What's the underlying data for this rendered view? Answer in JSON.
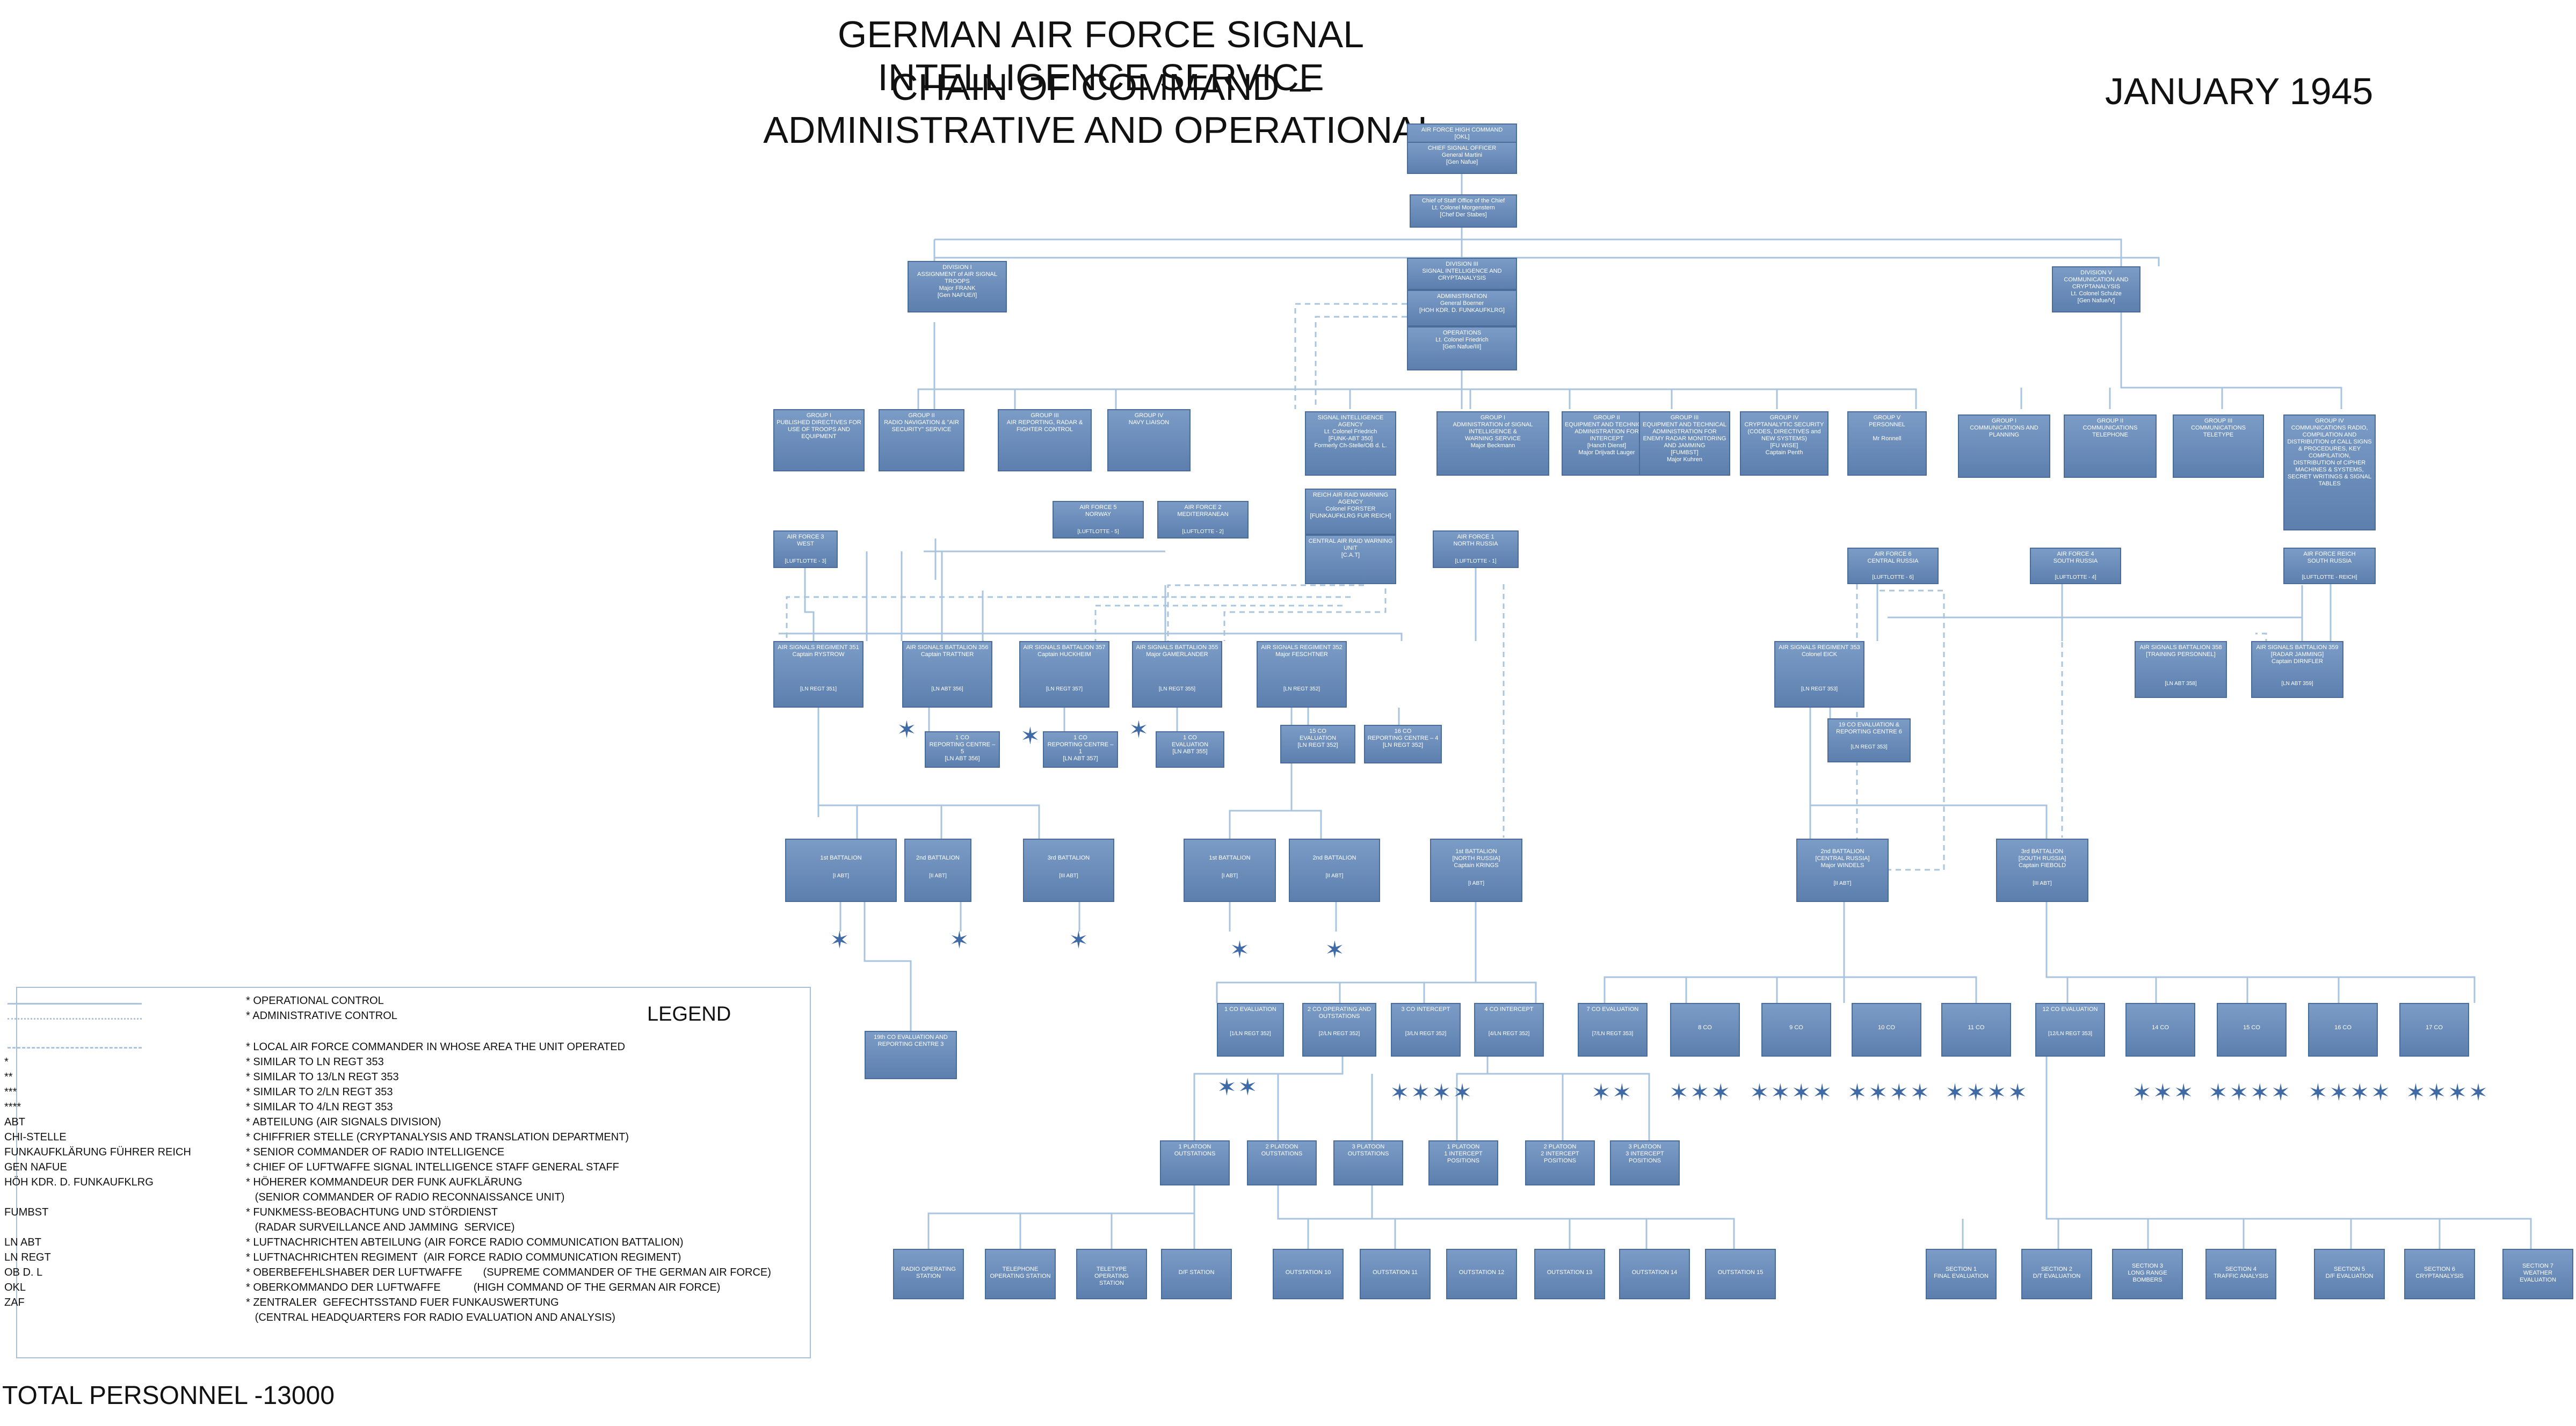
{
  "title_line1": "GERMAN AIR FORCE SIGNAL INTELLIGENCE SERVICE",
  "title_line2": "CHAIN OF COMMAND – ADMINISTRATIVE AND OPERATIONAL",
  "date": "JANUARY 1945",
  "total_personnel": "TOTAL PERSONNEL -13000",
  "colors": {
    "box": "#6b8dbb",
    "box_border": "#4a6c99",
    "line": "#a9c4de",
    "star": "#3f6aa6"
  },
  "boxes": {
    "b1": "AIR FORCE HIGH COMMAND\n[OKL]",
    "b2": "CHIEF SIGNAL OFFICER\nGeneral Martini\n[Gen Nafue]",
    "b3": "Chief of Staff Office of the Chief\nLt. Colonel Morgenstern\n[Chef Der Stabes]",
    "b4": "DIVISION I\nASSIGNMENT of AIR SIGNAL\nTROOPS\nMajor FRANK\n[Gen NAFUE/I]",
    "b5": "DIVISION III\nSIGNAL INTELLIGENCE AND\nCRYPTANALYSIS",
    "b6": "ADMINISTRATION\nGeneral Boerner\n[HOH KDR. D. FUNKAUFKLRG]",
    "b7": "OPERATIONS\nLt. Colonel Friedrich\n[Gen Nafue/III]",
    "b8": "DIVISION V\nCOMMUNICATION AND\nCRYPTANALYSIS\nLt. Colonel Schulze\n[Gen Nafue/V]",
    "b9": "GROUP I\nPUBLISHED DIRECTIVES FOR\nUSE OF TROOPS AND\nEQUIPMENT",
    "b10": "GROUP II\nRADIO NAVIGATION & \"AIR\nSECURITY\" SERVICE",
    "b11": "GROUP III\nAIR REPORTING, RADAR &\nFIGHTER CONTROL",
    "b12": "GROUP IV\nNAVY LIAISON",
    "b13": "SIGNAL INTELLIGENCE\nAGENCY\nLt. Colonel Friedrich\n[FUNK-ABT 350]\nFormerly Ch-Stelle/OB d. L.",
    "b14": "GROUP I\nADMINISTRATION of SIGNAL\nINTELLIGENCE &\nWARNING SERVICE\nMajor Beckmann",
    "b15": "GROUP II\nEQUIPMENT AND TECHNICAL\nADMINISTRATION FOR\nINTERCEPT\n[Hanch Dienst]\nMajor Drijvadt Lauger",
    "b16": "GROUP III\nEQUIPMENT AND TECHNICAL\nADMINISTRATION FOR\nENEMY RADAR MONITORING\nAND JAMMING\n[FUMBST]\nMajor Kuhren",
    "b17": "GROUP IV\nCRYPTANALYTIC SECURITY\n(CODES, DIRECTIVES and\nNEW SYSTEMS)\n[FU WISE]\nCaptain Penth",
    "b18": "GROUP V\nPERSONNEL\n\nMr Ronnell",
    "b19": "GROUP I\nCOMMUNICATIONS AND\nPLANNING",
    "b20": "GROUP II\nCOMMUNICATIONS\nTELEPHONE",
    "b21": "GROUP III\nCOMMUNICATIONS\nTELETYPE",
    "b22": "GROUP IV\nCOMMUNICATIONS RADIO,\nCOMPILATION AND\nDISTRIBUTION of CALL SIGNS\n& PROCEDURES, KEY\nCOMPILATION,\nDISTRIBUTION of CIPHER\nMACHINES & SYSTEMS,\nSECRET WRITINGS & SIGNAL\nTABLES",
    "b23": "REICH AIR RAID WARNING\nAGENCY\nColonel FORSTER\n[FUNKAUFKLRG FUR REICH]",
    "b24": "CENTRAL AIR RAID WARNING\nUNIT\n[C.A.T]",
    "b25": "AIR FORCE 5\nNORWAY",
    "b25s": "[LUFTLOTTE - 5]",
    "b26": "AIR FORCE 2\nMEDITERRANEAN",
    "b26s": "[LUFTLOTTE - 2]",
    "b27": "AIR FORCE 3\nWEST",
    "b27s": "[LUFTLOTTE - 3]",
    "b28": "AIR FORCE 1\nNORTH RUSSIA",
    "b28s": "[LUFTLOTTE - 1]",
    "b29": "AIR FORCE 6\nCENTRAL RUSSIA",
    "b29s": "[LUFTLOTTE - 6]",
    "b30": "AIR FORCE 4\nSOUTH RUSSIA",
    "b30s": "[LUFTLOTTE - 4]",
    "b31": "AIR FORCE REICH\nSOUTH RUSSIA",
    "b31s": "[LUFTLOTTE - REICH]",
    "b32": "AIR SIGNALS REGIMENT 351\nCaptain RYSTROW",
    "b32s": "[LN REGT 351]",
    "b33": "AIR SIGNALS BATTALION 356\nCaptain TRATTNER",
    "b33s": "[LN ABT 356]",
    "b34": "AIR SIGNALS BATTALION 357\nCaptain HUCKHEIM",
    "b34s": "[LN REGT 357]",
    "b35": "AIR SIGNALS BATTALION 355\nMajor GAMERLANDER",
    "b35s": "[LN REGT 355]",
    "b36": "AIR SIGNALS REGIMENT 352\nMajor FESCHTNER",
    "b36s": "[LN REGT 352]",
    "b37": "AIR SIGNALS REGIMENT 353\nColonel EICK",
    "b37s": "[LN REGT 353]",
    "b38": "AIR SIGNALS BATTALION 358\n[TRAINING PERSONNEL]",
    "b38s": "[LN ABT 358]",
    "b39": "AIR SIGNALS BATTALION 359\n[RADAR JAMMING]\nCaptain DIRNFLER",
    "b39s": "[LN ABT 359]",
    "b40": "1 CO\nREPORTING CENTRE – 5\n[LN ABT 356]",
    "b41": "1 CO\nREPORTING CENTRE – 1\n[LN ABT 357]",
    "b42": "1 CO\nEVALUATION\n[LN ABT 355]",
    "b43": "15 CO\nEVALUATION\n[LN REGT 352]",
    "b44": "16 CO\nREPORTING CENTRE – 4\n[LN REGT 352]",
    "b45": "19 CO EVALUATION &\nREPORTING CENTRE 6",
    "b45s": "[LN REGT 353]",
    "b46": "1st BATTALION",
    "b46s": "[I ABT]",
    "b47": "2nd BATTALION",
    "b47s": "[II ABT]",
    "b48": "3rd BATTALION",
    "b48s": "[III ABT]",
    "b49": "1st BATTALION",
    "b49s": "[I ABT]",
    "b50": "2nd BATTALION",
    "b50s": "[II ABT]",
    "b51": "1st BATTALION\n[NORTH RUSSIA]\nCaptain KRINGS",
    "b51s": "[I ABT]",
    "b52": "2nd BATTALION\n[CENTRAL RUSSIA]\nMajor WINDELS",
    "b52s": "[II ABT]",
    "b53": "3rd BATTALION\n[SOUTH RUSSIA]\nCaptain FIEBOLD",
    "b53s": "[III ABT]",
    "b54": "19th CO EVALUATION AND\nREPORTING CENTRE 3",
    "b55": "1 CO EVALUATION",
    "b55s": "[1/LN REGT 352]",
    "b56": "2 CO OPERATING AND\nOUTSTATIONS",
    "b56s": "[2/LN REGT 352]",
    "b57": "3 CO INTERCEPT",
    "b57s": "[3/LN REGT 352]",
    "b58": "4 CO INTERCEPT",
    "b58s": "[4/LN REGT 352]",
    "b59": "7 CO EVALUATION",
    "b59s": "[7/LN REGT 353]",
    "b60": "8 CO",
    "b61": "9 CO",
    "b62": "10 CO",
    "b63": "11 CO",
    "b64": "12 CO EVALUATION",
    "b64s": "[12/LN REGT 353]",
    "b65": "14 CO",
    "b66": "15 CO",
    "b67": "16 CO",
    "b68": "17 CO",
    "b69": "1 PLATOON\nOUTSTATIONS",
    "b70": "2 PLATOON\nOUTSTATIONS",
    "b71": "3 PLATOON\nOUTSTATIONS",
    "b72": "1 PLATOON\n1 INTERCEPT\nPOSITIONS",
    "b73": "2 PLATOON\n2 INTERCEPT\nPOSITIONS",
    "b74": "3 PLATOON\n3 INTERCEPT\nPOSITIONS",
    "b75": "RADIO OPERATING\nSTATION",
    "b76": "TELEPHONE\nOPERATING STATION",
    "b77": "TELETYPE OPERATING\nSTATION",
    "b78": "D/F STATION",
    "b79": "OUTSTATION 10",
    "b80": "OUTSTATION 11",
    "b81": "OUTSTATION 12",
    "b82": "OUTSTATION 13",
    "b83": "OUTSTATION 14",
    "b84": "OUTSTATION 15",
    "b85": "SECTION 1\nFINAL EVALUATION",
    "b86": "SECTION 2\nD/T EVALUATION",
    "b87": "SECTION 3\nLONG RANGE\nBOMBERS",
    "b88": "SECTION 4\nTRAFFIC ANALYSIS",
    "b89": "SECTION 5\nD/F EVALUATION",
    "b90": "SECTION 6\nCRYPTANALYSIS",
    "b91": "SECTION 7\nWEATHER\nEVALUATION"
  },
  "stars": {
    "s1": "✶",
    "s2": "✶",
    "s3": "✶",
    "s4": "✶",
    "s5": "✶",
    "s6": "✶",
    "s7": "✶",
    "s8": "✶",
    "s9": "✶✶",
    "s10": "✶✶✶✶",
    "s11": "✶✶",
    "s12": "✶✶✶",
    "s13": "✶✶✶✶",
    "s14": "✶✶✶✶",
    "s15": "✶✶✶✶",
    "s16": "✶✶✶",
    "s17": "✶✶✶✶",
    "s18": "✶✶✶✶",
    "s19": "✶✶✶✶"
  },
  "legend": {
    "title": "LEGEND",
    "operational": "* OPERATIONAL CONTROL",
    "administrative": "* ADMINISTRATIVE CONTROL",
    "local": "* LOCAL AIR FORCE COMMANDER IN WHOSE AREA THE UNIT OPERATED",
    "items": [
      {
        "term": "*",
        "def": "* SIMILAR TO LN REGT 353"
      },
      {
        "term": "**",
        "def": "* SIMILAR TO 13/LN REGT 353"
      },
      {
        "term": "***",
        "def": "* SIMILAR TO 2/LN REGT 353"
      },
      {
        "term": "****",
        "def": "* SIMILAR TO 4/LN REGT 353"
      },
      {
        "term": "ABT",
        "def": "* ABTEILUNG (AIR SIGNALS DIVISION)"
      },
      {
        "term": "CHI-STELLE",
        "def": "* CHIFFRIER STELLE (CRYPTANALYSIS AND TRANSLATION DEPARTMENT)"
      },
      {
        "term": "FUNKAUFKLÄRUNG FÜHRER REICH",
        "def": "* SENIOR COMMANDER OF RADIO INTELLIGENCE"
      },
      {
        "term": "GEN NAFUE",
        "def": "* CHIEF OF LUFTWAFFE SIGNAL INTELLIGENCE STAFF GENERAL STAFF"
      },
      {
        "term": "HÖH KDR. D. FUNKAUFKLRG",
        "def": "* HÖHERER KOMMANDEUR DER FUNK AUFKLÄRUNG\n   (SENIOR COMMANDER OF RADIO RECONNAISSANCE UNIT)"
      },
      {
        "term": "FUMBST",
        "def": "* FUNKMESS-BEOBACHTUNG UND STÖRDIENST\n   (RADAR SURVEILLANCE AND JAMMING  SERVICE)"
      },
      {
        "term": "LN ABT",
        "def": "* LUFTNACHRICHTEN ABTEILUNG (AIR FORCE RADIO COMMUNICATION BATTALION)"
      },
      {
        "term": "LN REGT",
        "def": "* LUFTNACHRICHTEN REGIMENT  (AIR FORCE RADIO COMMUNICATION REGIMENT)"
      },
      {
        "term": "OB D. L",
        "def": "* OBERBEFEHLSHABER DER LUFTWAFFE       (SUPREME COMMANDER OF THE GERMAN AIR FORCE)"
      },
      {
        "term": "OKL",
        "def": "* OBERKOMMANDO DER LUFTWAFFE           (HIGH COMMAND OF THE GERMAN AIR FORCE)"
      },
      {
        "term": "ZAF",
        "def": "* ZENTRALER  GEFECHTSSTAND FUER FUNKAUSWERTUNG\n   (CENTRAL HEADQUARTERS FOR RADIO EVALUATION AND ANALYSIS)"
      }
    ]
  }
}
